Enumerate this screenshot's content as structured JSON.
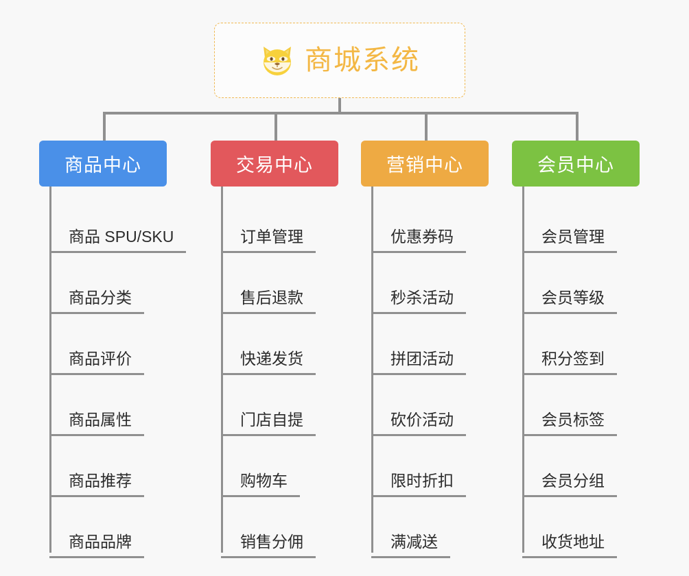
{
  "background_color": "#f8f8f8",
  "root": {
    "title": "商城系统",
    "icon": "shiba-dog-emoji",
    "text_color": "#f3b744",
    "border_color": "#f0b952"
  },
  "connector_color": "#909090",
  "columns": [
    {
      "id": "product-center",
      "label": "商品中心",
      "color": "#4a90e8",
      "items": [
        "商品 SPU/SKU",
        "商品分类",
        "商品评价",
        "商品属性",
        "商品推荐",
        "商品品牌"
      ]
    },
    {
      "id": "trade-center",
      "label": "交易中心",
      "color": "#e2585c",
      "items": [
        "订单管理",
        "售后退款",
        "快递发货",
        "门店自提",
        "购物车",
        "销售分佣"
      ]
    },
    {
      "id": "marketing-center",
      "label": "营销中心",
      "color": "#eeaa43",
      "items": [
        "优惠券码",
        "秒杀活动",
        "拼团活动",
        "砍价活动",
        "限时折扣",
        "满减送"
      ]
    },
    {
      "id": "member-center",
      "label": "会员中心",
      "color": "#7cc242",
      "items": [
        "会员管理",
        "会员等级",
        "积分签到",
        "会员标签",
        "会员分组",
        "收货地址"
      ]
    }
  ]
}
